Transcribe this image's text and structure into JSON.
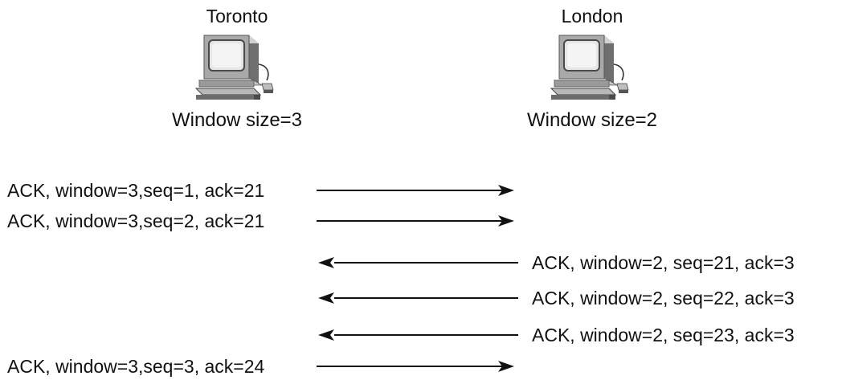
{
  "hosts": [
    {
      "name": "Toronto",
      "window_label": "Window size=3",
      "icon": "computer-icon"
    },
    {
      "name": "London",
      "window_label": "Window size=2",
      "icon": "computer-icon"
    }
  ],
  "messages": [
    {
      "direction": "to-london",
      "label": "ACK, window=3,seq=1, ack=21"
    },
    {
      "direction": "to-london",
      "label": "ACK, window=3,seq=2, ack=21"
    },
    {
      "direction": "to-toronto",
      "label": "ACK, window=2, seq=21, ack=3"
    },
    {
      "direction": "to-toronto",
      "label": "ACK, window=2, seq=22, ack=3"
    },
    {
      "direction": "to-toronto",
      "label": "ACK, window=2, seq=23, ack=3"
    },
    {
      "direction": "to-london",
      "label": "ACK, window=3,seq=3, ack=24"
    }
  ]
}
